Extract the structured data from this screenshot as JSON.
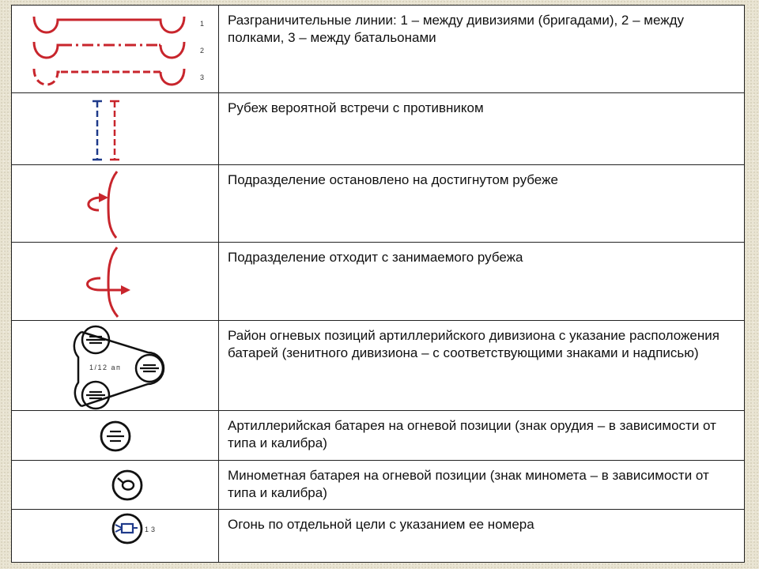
{
  "rows": [
    {
      "description": "Разграничительные линии: 1 – между дивизиями (бригадами), 2 – между полками, 3 – между батальонами",
      "symbol_labels": [
        "1",
        "2",
        "3"
      ],
      "icon": "boundary-lines-icon"
    },
    {
      "description": "Рубеж вероятной встречи с противником",
      "icon": "probable-encounter-line-icon"
    },
    {
      "description": "Подразделение остановлено на достигнутом рубеже",
      "icon": "unit-stopped-icon"
    },
    {
      "description": "Подразделение отходит с занимаемого рубежа",
      "icon": "unit-withdrawing-icon"
    },
    {
      "description": "Район огневых позиций артиллерийского дивизиона с указание расположения батарей (зенитного дивизиона – с соответствующими знаками и надписью)",
      "symbol_labels": [
        "1/12 ап"
      ],
      "icon": "artillery-battalion-area-icon"
    },
    {
      "description": "Артиллерийская батарея на огневой позиции (знак орудия – в зависимости от типа и калибра)",
      "icon": "artillery-battery-icon"
    },
    {
      "description": "Минометная батарея на огневой позиции (знак миномета – в зависимости от типа и калибра)",
      "icon": "mortar-battery-icon"
    },
    {
      "description": "Огонь по отдельной цели с указанием ее номера",
      "symbol_labels": [
        "13"
      ],
      "icon": "fire-on-target-icon"
    }
  ],
  "colors": {
    "red": "#c8252c",
    "blue": "#1f3a8a",
    "black": "#111111",
    "border": "#222222"
  }
}
